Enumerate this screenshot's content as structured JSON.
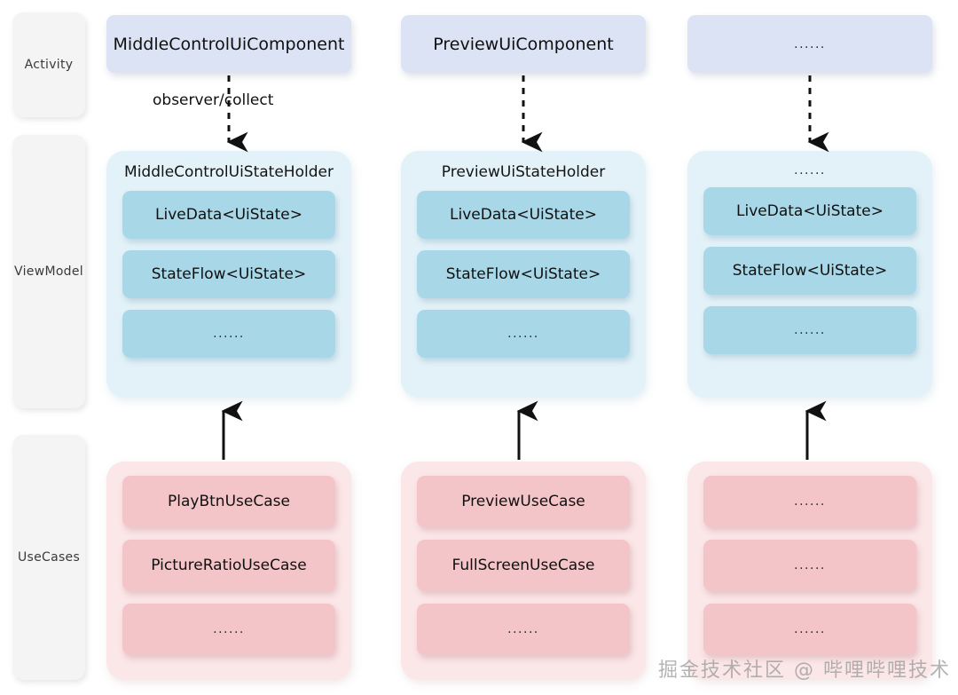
{
  "layers": [
    {
      "id": "activity",
      "label": "Activity"
    },
    {
      "id": "viewmodel",
      "label": "ViewModel"
    },
    {
      "id": "usecases",
      "label": "UseCases"
    }
  ],
  "edge_label": "observer/collect",
  "ellipsis": "......",
  "columns": [
    {
      "ui_component": "MiddleControlUiComponent",
      "state_holder_title": "MiddleControlUiStateHolder",
      "state_items": [
        "LiveData<UiState>",
        "StateFlow<UiState>",
        "......"
      ],
      "usecase_items": [
        "PlayBtnUseCase",
        "PictureRatioUseCase",
        "......"
      ]
    },
    {
      "ui_component": "PreviewUiComponent",
      "state_holder_title": "PreviewUiStateHolder",
      "state_items": [
        "LiveData<UiState>",
        "StateFlow<UiState>",
        "......"
      ],
      "usecase_items": [
        "PreviewUseCase",
        "FullScreenUseCase",
        "......"
      ]
    },
    {
      "ui_component": "......",
      "state_holder_title": "......",
      "state_items": [
        "LiveData<UiState>",
        "StateFlow<UiState>",
        "......"
      ],
      "usecase_items": [
        "......",
        "......",
        "......"
      ]
    }
  ],
  "watermark": "掘金技术社区 @ 哔哩哔哩技术",
  "colors": {
    "ui_component": "#dbe3f5",
    "state_holder_container": "#e3f2f8",
    "state_item": "#a8d8e8",
    "usecase_container": "#fbe6e8",
    "usecase_item": "#f4c5c8",
    "layer_label": "#f4f4f4",
    "arrow": "#111111"
  }
}
